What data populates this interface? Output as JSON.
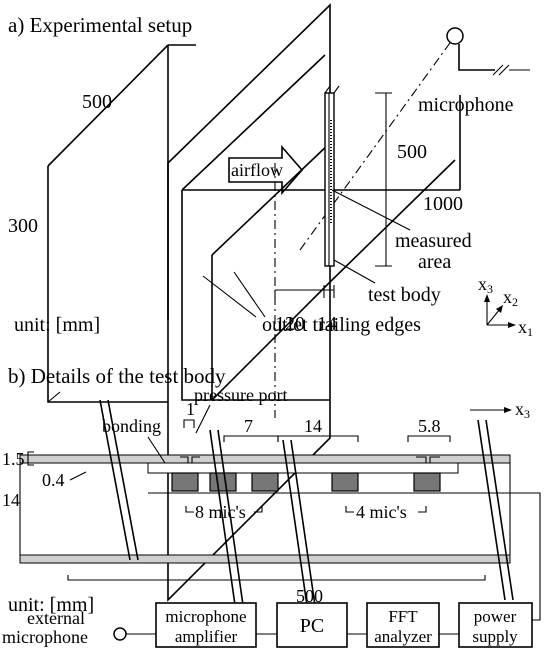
{
  "part_a": {
    "title": "a) Experimental setup",
    "dim_500_top": "500",
    "dim_300": "300",
    "dim_500_right": "500",
    "dim_1000": "1000",
    "dim_120": "120",
    "dim_14": "14",
    "airflow": "airflow",
    "microphone": "microphone",
    "measured_area_l1": "measured",
    "measured_area_l2": "area",
    "test_body": "test body",
    "outlet_trailing_edges": "outlet trailing edges",
    "unit": "unit: [mm]",
    "axis_x1": "x",
    "axis_x1_sub": "1",
    "axis_x2": "x",
    "axis_x2_sub": "2",
    "axis_x3": "x",
    "axis_x3_sub": "3"
  },
  "part_b": {
    "title": "b) Details of the test body",
    "pressure_port": "pressure port",
    "bonding": "bonding",
    "dim_1": "1",
    "dim_7": "7",
    "dim_14_top": "14",
    "dim_5_8": "5.8",
    "dim_1_5": "1.5",
    "dim_0_4": "0.4",
    "dim_14_left": "14",
    "mics_8": "8 mic's",
    "mics_4": "4 mic's",
    "dim_500": "500",
    "unit": "unit: [mm]",
    "axis_x3": "x",
    "axis_x3_sub": "3",
    "external_mic_l1": "external",
    "external_mic_l2": "microphone",
    "amp_l1": "microphone",
    "amp_l2": "amplifier",
    "pc": "PC",
    "fft_l1": "FFT",
    "fft_l2": "analyzer",
    "power_l1": "power",
    "power_l2": "supply"
  }
}
